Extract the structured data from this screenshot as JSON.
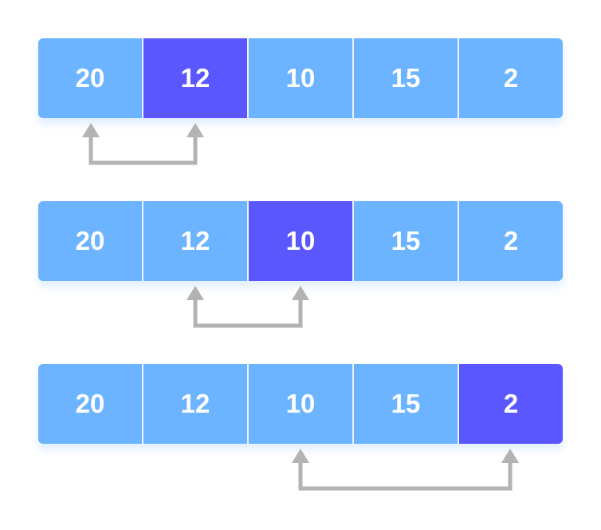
{
  "rows": [
    {
      "values": [
        "20",
        "12",
        "10",
        "15",
        "2"
      ],
      "highlight": 1,
      "arrow": {
        "from": 0,
        "to": 1
      }
    },
    {
      "values": [
        "20",
        "12",
        "10",
        "15",
        "2"
      ],
      "highlight": 2,
      "arrow": {
        "from": 1,
        "to": 2
      }
    },
    {
      "values": [
        "20",
        "12",
        "10",
        "15",
        "2"
      ],
      "highlight": 4,
      "arrow": {
        "from": 2,
        "to": 4
      }
    }
  ],
  "colors": {
    "cell": "#6cb4ff",
    "highlight": "#5b57ff",
    "text": "#ffffff",
    "arrow": "#b3b3b3"
  }
}
